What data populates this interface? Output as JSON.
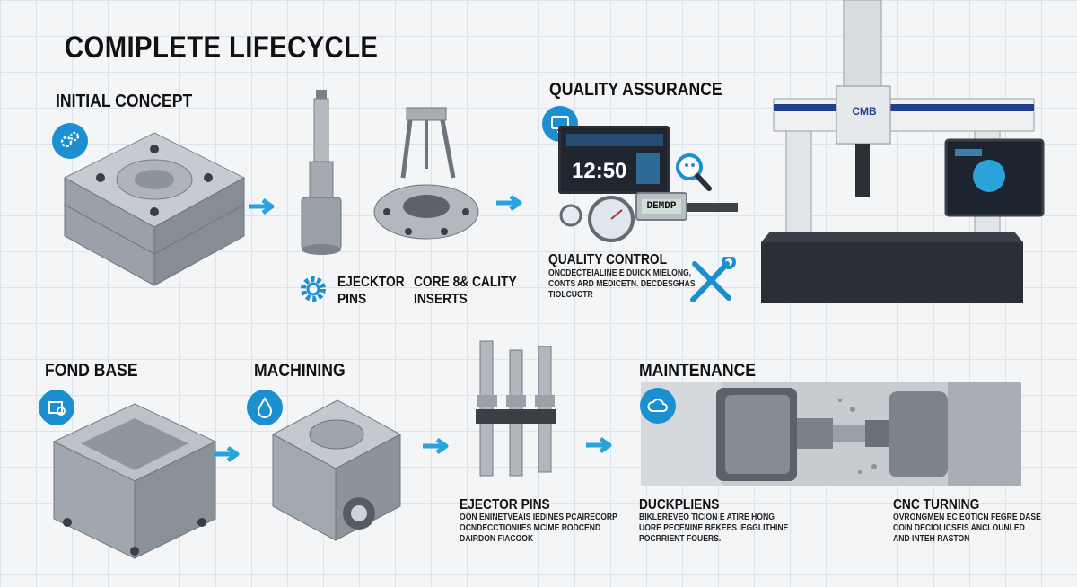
{
  "title": "COMIPLETE LIFECYCLE",
  "stages": {
    "initial_concept": "INITIAL CONCEPT",
    "quality_assurance": "QUALITY ASSURANCE",
    "fond_base": "FOND BASE",
    "machining": "MACHINING",
    "maintenance": "MAINTENANCE"
  },
  "captions": {
    "ejector_pins_top": "EJECKTOR\nPINS",
    "core_cavity": "CORE 8& CALITY\nINSERTS",
    "quality_control": "QUALITY CONTROL",
    "quality_control_desc": "ONCDECTEIALINE E DUICK MIELONG,\nCONTS ARD MEDICETN. DECDESGHAS\nTIOLCUCTR",
    "ejector_pins_bottom": "EJECTOR PINS",
    "ejector_pins_desc": "OON ENINETVEAIS IEDINES PCAIRECORP\nOCNDECCTIONIIES MCIME RODCEND\nDAIRDON FIACOOK",
    "duckpliens": "DUCKPLIENS",
    "duckpliens_desc": "BIKLEREVEO TICION E ATIRE HONG\nUORE PECENINE BEKEES IEGGLITHINE\nPOCRRIENT FOUERS.",
    "cnc_turning": "CNC TURNING",
    "cnc_turning_desc": "OVRONGMEN EC EOTICN FEGRE DASE\nCOIN DECIOLICSEIS ANCLOUNLED\nAND INTEH RASTON"
  },
  "display": {
    "monitor_readout": "12:50",
    "caliper_readout": "DEMDP",
    "cmm_brand": "CMB"
  },
  "icons": [
    "gears-icon",
    "gear-icon",
    "monitor-icon",
    "magnifier-icon",
    "wrench-screwdriver-icon",
    "drop-icon",
    "cloud-icon",
    "arrow-right-icon"
  ],
  "colors": {
    "accent": "#1c8fd1",
    "arrow": "#2aa3dd",
    "metal": "#a9afb6",
    "dark": "#2b2f36"
  }
}
